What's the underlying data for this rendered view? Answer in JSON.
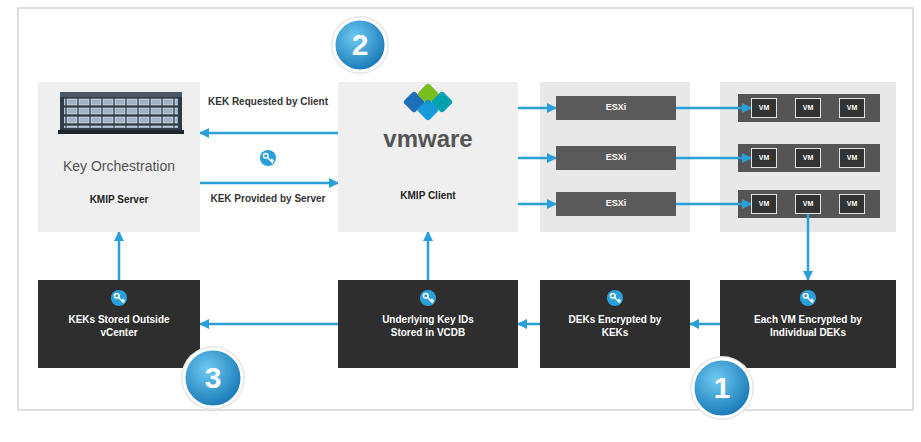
{
  "diagram": {
    "nodes": [
      {
        "text": [
          "Key Orchestration",
          "KMIP Server"
        ]
      },
      {
        "text": [
          "vmware",
          "KMIP Client"
        ]
      },
      {
        "text": [
          "ESXi"
        ]
      },
      {
        "text": [
          "ESXi"
        ]
      },
      {
        "text": [
          "ESXi"
        ]
      },
      {
        "text": [
          "VM"
        ]
      },
      {
        "text": [
          "VM"
        ]
      },
      {
        "text": [
          "VM"
        ]
      },
      {
        "text": [
          "VM"
        ]
      },
      {
        "text": [
          "VM"
        ]
      },
      {
        "text": [
          "VM"
        ]
      },
      {
        "text": [
          "VM"
        ]
      },
      {
        "text": [
          "VM"
        ]
      },
      {
        "text": [
          "VM"
        ]
      },
      {
        "text": [
          "KEKs Stored Outside vCenter"
        ]
      },
      {
        "text": [
          "Underlying Key IDs Stored in VCDB"
        ]
      },
      {
        "text": [
          "DEKs Encrypted by KEKs"
        ]
      },
      {
        "text": [
          "Each VM Encrypted by Individual DEKs"
        ]
      }
    ],
    "edges": [
      {
        "from": 1,
        "to": 0,
        "label": "KEK Requested by Client",
        "arrow": "to"
      },
      {
        "from": 0,
        "to": 1,
        "label": "KEK Provided by Server",
        "arrow": "to"
      },
      {
        "from": 1,
        "to": 2,
        "arrow": "to"
      },
      {
        "from": 1,
        "to": 3,
        "arrow": "to"
      },
      {
        "from": 1,
        "to": 4,
        "arrow": "to"
      },
      {
        "from": 2,
        "to": 5,
        "arrow": "to"
      },
      {
        "from": 3,
        "to": 8,
        "arrow": "to"
      },
      {
        "from": 4,
        "to": 11,
        "arrow": "to"
      },
      {
        "from": 12,
        "to": 17,
        "arrow": "to"
      },
      {
        "from": 17,
        "to": 16,
        "arrow": "to"
      },
      {
        "from": 16,
        "to": 15,
        "arrow": "to"
      },
      {
        "from": 15,
        "to": 14,
        "arrow": "to"
      },
      {
        "from": 14,
        "to": 0,
        "arrow": "to"
      },
      {
        "from": 15,
        "to": 1,
        "arrow": "to"
      }
    ],
    "labels": [
      "2",
      "3",
      "1"
    ]
  }
}
